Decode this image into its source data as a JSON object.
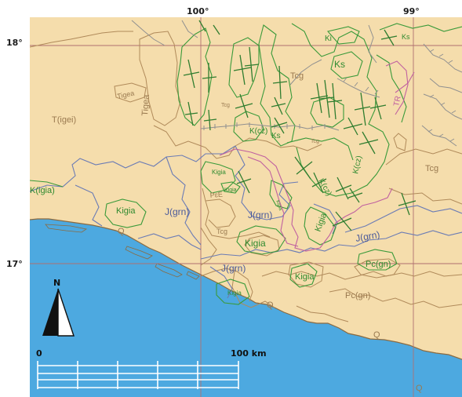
{
  "map": {
    "graticule": {
      "longitude_labels": [
        "100°",
        "99°"
      ],
      "latitude_labels": [
        "18°",
        "17°"
      ]
    },
    "north_arrow": {
      "label": "N"
    },
    "scale_bar": {
      "zero_label": "0",
      "end_label": "100 km"
    },
    "units": [
      {
        "id": "u1",
        "label": "T(igei)"
      },
      {
        "id": "u2",
        "label": "Tigea"
      },
      {
        "id": "u3",
        "label": "Tigea"
      },
      {
        "id": "u4",
        "label": "K(igia)"
      },
      {
        "id": "u5",
        "label": "Kigia"
      },
      {
        "id": "u6",
        "label": "J(grn)"
      },
      {
        "id": "u7",
        "label": "J(grn)"
      },
      {
        "id": "u8",
        "label": "J(grn)"
      },
      {
        "id": "u9",
        "label": "J(grn)"
      },
      {
        "id": "u10",
        "label": "Kigia"
      },
      {
        "id": "u11",
        "label": "Kigia"
      },
      {
        "id": "u12",
        "label": "Kigia"
      },
      {
        "id": "u13",
        "label": "Kigia"
      },
      {
        "id": "u14",
        "label": "Kigia"
      },
      {
        "id": "u15",
        "label": "Kigia"
      },
      {
        "id": "u16",
        "label": "Kigia"
      },
      {
        "id": "u17",
        "label": "Pc(gn)"
      },
      {
        "id": "u18",
        "label": "Q"
      },
      {
        "id": "u19",
        "label": "Q"
      },
      {
        "id": "u20",
        "label": "Q"
      },
      {
        "id": "u21",
        "label": "Q"
      },
      {
        "id": "u22",
        "label": "Tcg"
      },
      {
        "id": "u23",
        "label": "Tcg"
      },
      {
        "id": "u24",
        "label": "Tcg"
      },
      {
        "id": "u25",
        "label": "Tcg"
      },
      {
        "id": "u26",
        "label": "Tcg"
      },
      {
        "id": "u27",
        "label": "Ks"
      },
      {
        "id": "u28",
        "label": "Ks"
      },
      {
        "id": "u29",
        "label": "Ks"
      },
      {
        "id": "u30",
        "label": "Ki"
      },
      {
        "id": "u31",
        "label": "K(cz)"
      },
      {
        "id": "u32",
        "label": "K(cz)"
      },
      {
        "id": "u33",
        "label": "K(cz)"
      },
      {
        "id": "u34",
        "label": "PɛE"
      },
      {
        "id": "u35",
        "label": "TR"
      }
    ],
    "colors": {
      "land": "#f5ddac",
      "sea": "#4da9e0",
      "cretaceous_contact": "#3a9a3a",
      "jurassic_contact": "#6a7bb5",
      "tertiary_contact": "#b08a5a",
      "fault": "#c060a0",
      "graticule": "#b07070",
      "river": "#909090"
    }
  }
}
